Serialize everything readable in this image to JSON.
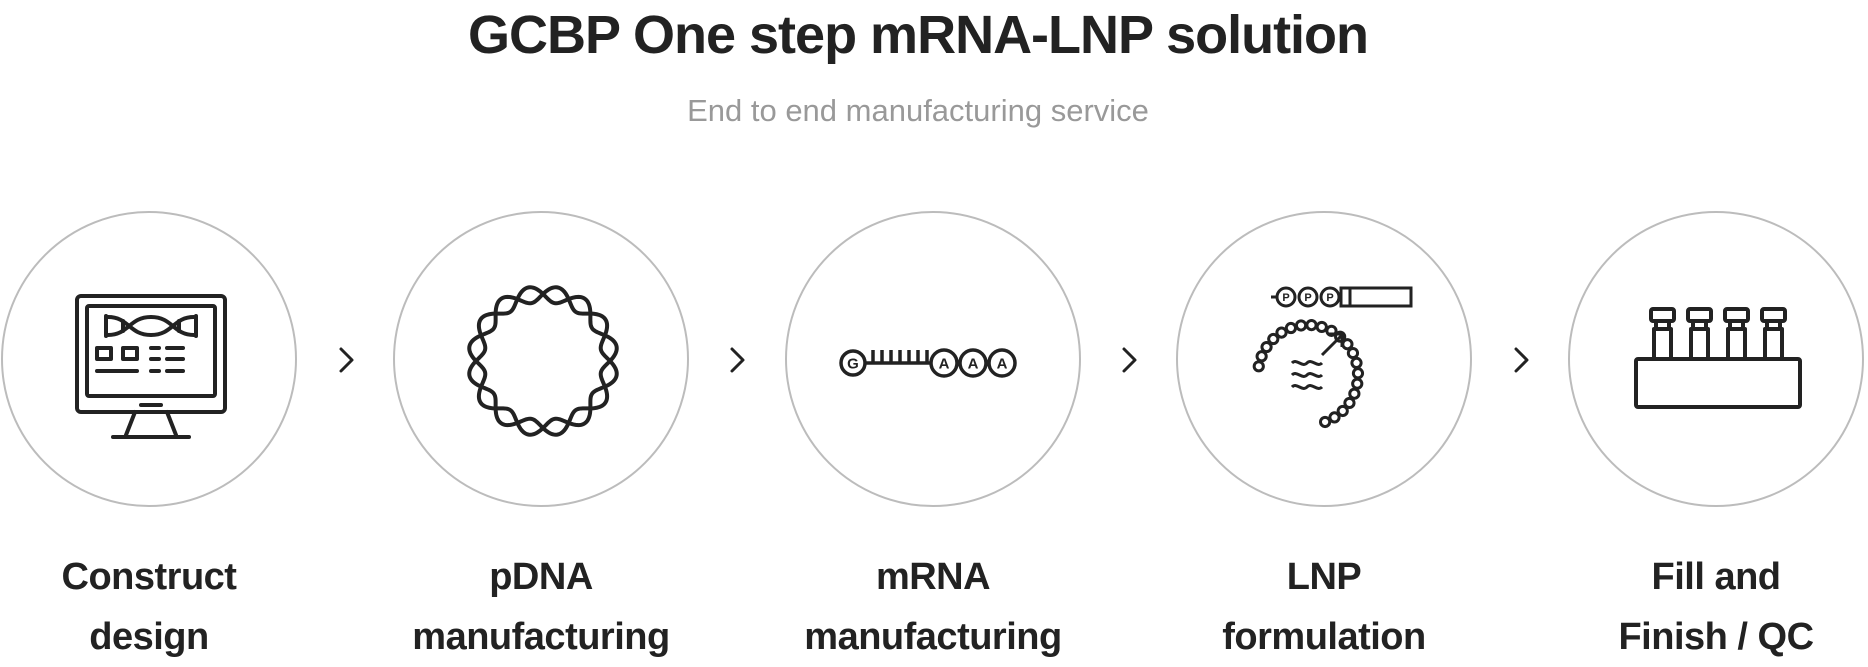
{
  "header": {
    "title": "GCBP One step mRNA-LNP solution",
    "subtitle": "End to end manufacturing service"
  },
  "colors": {
    "title": "#222222",
    "subtitle": "#999999",
    "circle_border": "#bcbcbc",
    "icon_stroke": "#222222"
  },
  "steps": [
    {
      "icon": "computer-monitor-dna-icon",
      "label_line1": "Construct",
      "label_line2": "design"
    },
    {
      "icon": "plasmid-dna-ring-icon",
      "label_line1": "pDNA",
      "label_line2": "manufacturing"
    },
    {
      "icon": "mrna-strand-icon",
      "label_line1": "mRNA",
      "label_line2": "manufacturing",
      "icon_text": {
        "cap": "G",
        "tail": [
          "A",
          "A",
          "A"
        ]
      }
    },
    {
      "icon": "lipid-nanoparticle-icon",
      "label_line1": "LNP",
      "label_line2": "formulation",
      "icon_text": {
        "phosphates": [
          "P",
          "P",
          "P"
        ]
      }
    },
    {
      "icon": "vial-tray-icon",
      "label_line1": "Fill and",
      "label_line2": "Finish / QC"
    }
  ],
  "connector_icon": "chevron-right-icon"
}
